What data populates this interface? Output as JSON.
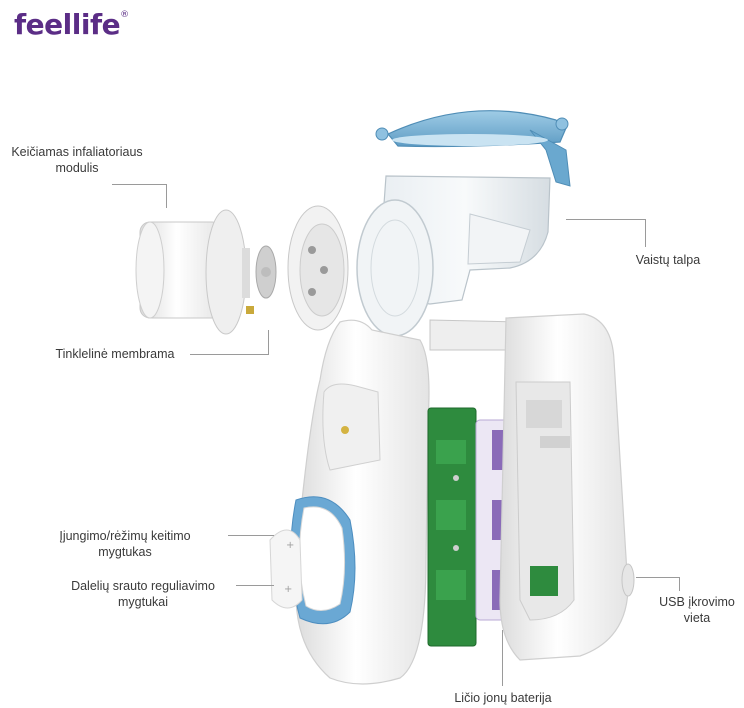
{
  "brand": {
    "name": "feellife",
    "mark": "®"
  },
  "labels": {
    "module_line1": "Keičiamas infaliatoriaus",
    "module_line2": "modulis",
    "mesh": "Tinklelinė membrama",
    "power_line1": "Įjungimo/rėžimų keitimo",
    "power_line2": "mygtukas",
    "flow_line1": "Dalelių srauto reguliavimo",
    "flow_line2": "mygtukai",
    "medicine": "Vaistų talpa",
    "usb_line1": "USB įkrovimo",
    "usb_line2": "vieta",
    "battery": "Ličio jonų baterija"
  },
  "colors": {
    "brand": "#5b2d86",
    "cap": "#7fb8da",
    "board": "#2e8b3e",
    "battery": "#8a6bb8"
  }
}
